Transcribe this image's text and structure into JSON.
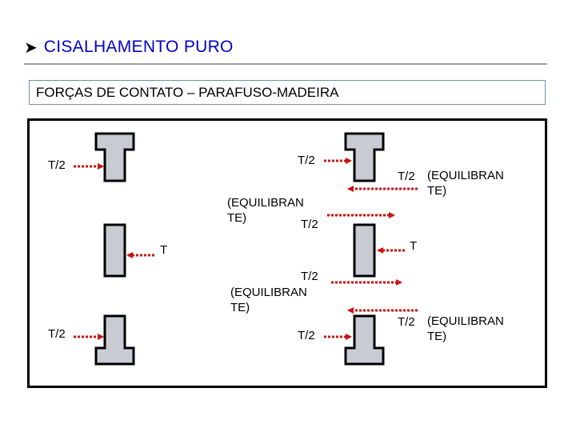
{
  "header": {
    "bullet_icon": "arrowhead-bullet-icon",
    "title": "CISALHAMENTO PURO"
  },
  "subtitle": "FORÇAS DE CONTATO – PARAFUSO-MADEIRA",
  "diagram": {
    "labels": {
      "top_left_t2": "T/2",
      "top_mid_t2": "T/2",
      "top_right_t2": "T/2",
      "top_right_eq_1": "(EQUILIBRAN",
      "top_right_eq_2": "TE)",
      "mid_eq_1": "(EQUILIBRAN",
      "mid_eq_2": "TE)",
      "mid_t2": "T/2",
      "mid_left_t": "T",
      "mid_right_t": "T",
      "low_t2": "T/2",
      "low_eq_1": "(EQUILIBRAN",
      "low_eq_2": "TE)",
      "bottom_left_t2": "T/2",
      "bottom_mid_t2": "T/2",
      "bottom_right_t2": "T/2",
      "bottom_right_eq_1": "(EQUILIBRAN",
      "bottom_right_eq_2": "TE)"
    },
    "colors": {
      "arrow": "#cc1111",
      "member_fill": "#c8cbd2",
      "member_stroke": "#000000",
      "title": "#0000cc"
    }
  }
}
